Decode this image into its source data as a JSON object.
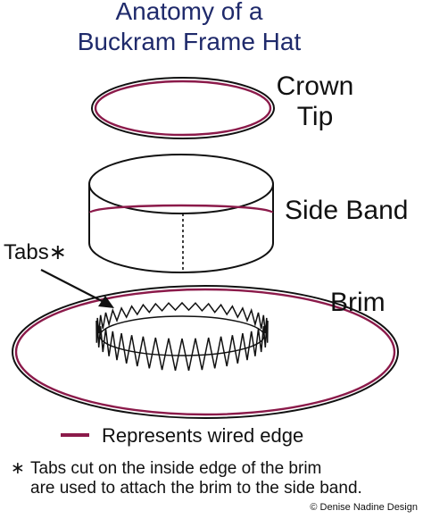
{
  "title": {
    "line1": "Anatomy of a",
    "line2": "Buckram Frame Hat"
  },
  "parts": {
    "crown_tip_line1": "Crown",
    "crown_tip_line2": "Tip",
    "side_band": "Side Band",
    "brim": "Brim",
    "tabs": "Tabs∗"
  },
  "legend": {
    "wired_edge": "Represents wired edge",
    "wired_edge_color": "#8b1a4a"
  },
  "footnote": {
    "marker": "∗",
    "line1": "Tabs cut on the inside edge of the brim",
    "line2": "are used to attach the brim to the side band."
  },
  "copyright": "© Denise Nadine Design"
}
